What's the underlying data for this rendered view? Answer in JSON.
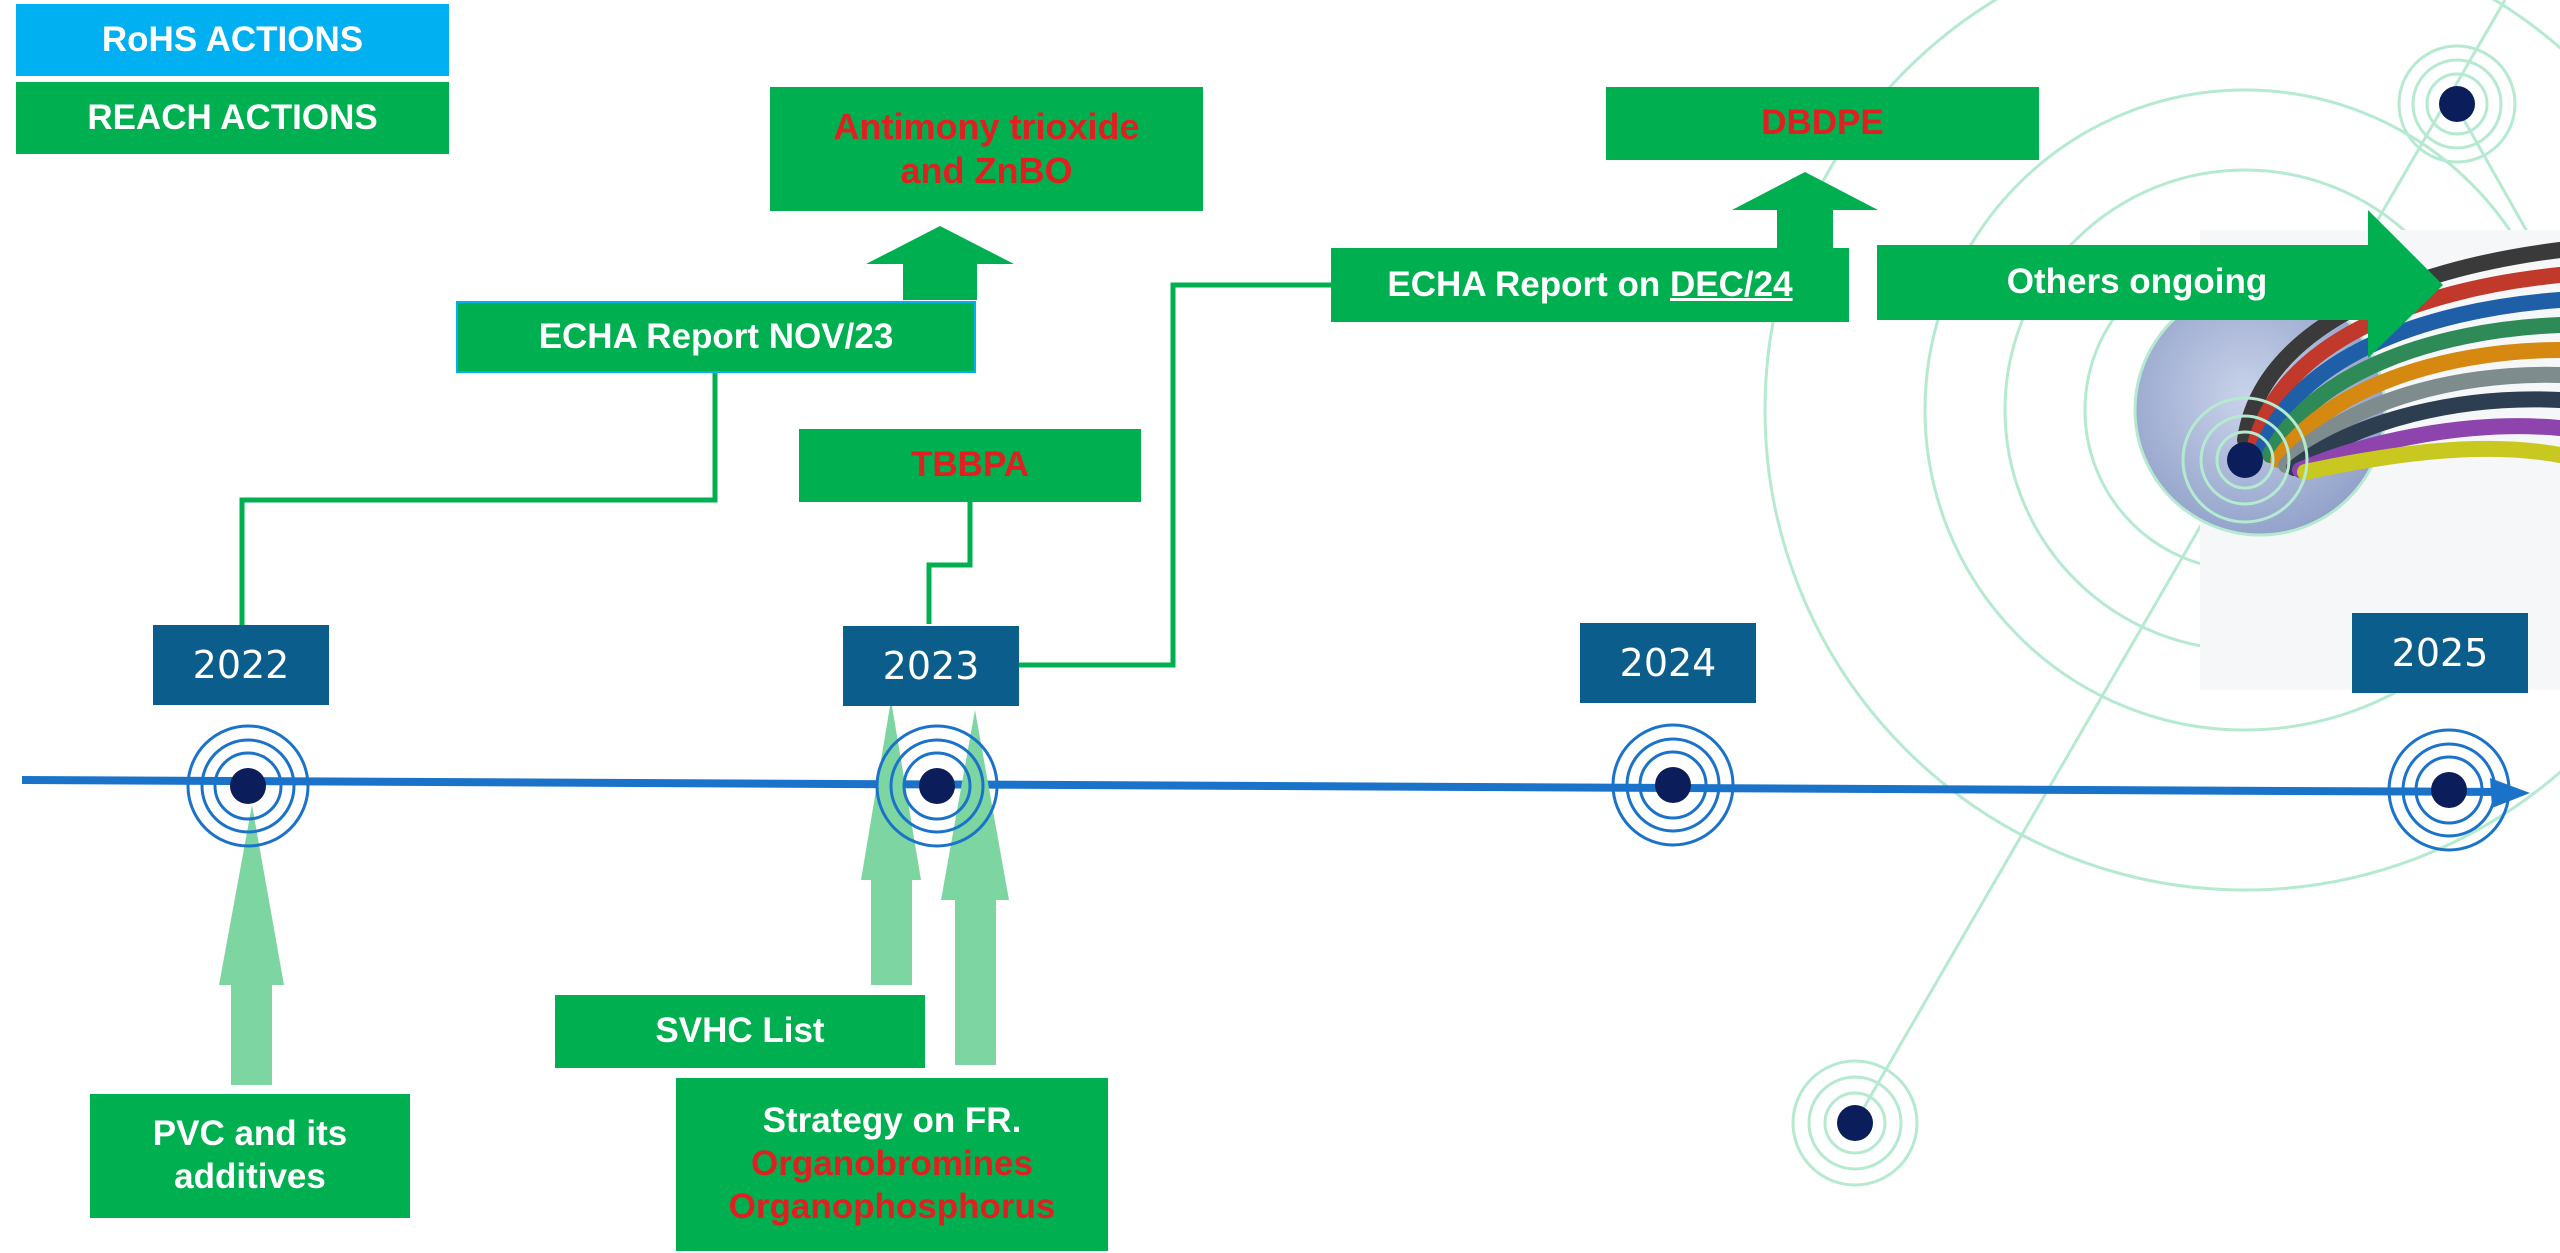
{
  "legend": {
    "rohs": {
      "label": "RoHS ACTIONS",
      "color": "#00b0f0"
    },
    "reach": {
      "label": "REACH ACTIONS",
      "color": "#00b050"
    }
  },
  "timeline": {
    "years": [
      "2022",
      "2023",
      "2024",
      "2025"
    ],
    "axis_color": "#1a73c8",
    "year_box_color": "#0b5e8c"
  },
  "boxes": {
    "antimony": {
      "line1": "Antimony trioxide",
      "line2": "and ZnBO"
    },
    "echa_nov": {
      "label": "ECHA Report NOV/23"
    },
    "tbbpa": {
      "label": "TBBPA"
    },
    "dbdpe": {
      "label": "DBDPE"
    },
    "echa_dec": {
      "prefix": "ECHA Report on",
      "date": "DEC/24"
    },
    "others": {
      "label": "Others ongoing"
    },
    "pvc": {
      "line1": "PVC and its",
      "line2": "additives"
    },
    "svhc": {
      "label": "SVHC List"
    },
    "strategy": {
      "line1": "Strategy on FR.",
      "line2": "Organobromines",
      "line3": "Organophosphorus"
    }
  },
  "colors": {
    "reach_green": "#00b050",
    "highlight_red": "#e02020",
    "light_arrow": "#7dd6a2",
    "deco_green": "#a8e6c2",
    "node_navy": "#0b1e5b"
  }
}
